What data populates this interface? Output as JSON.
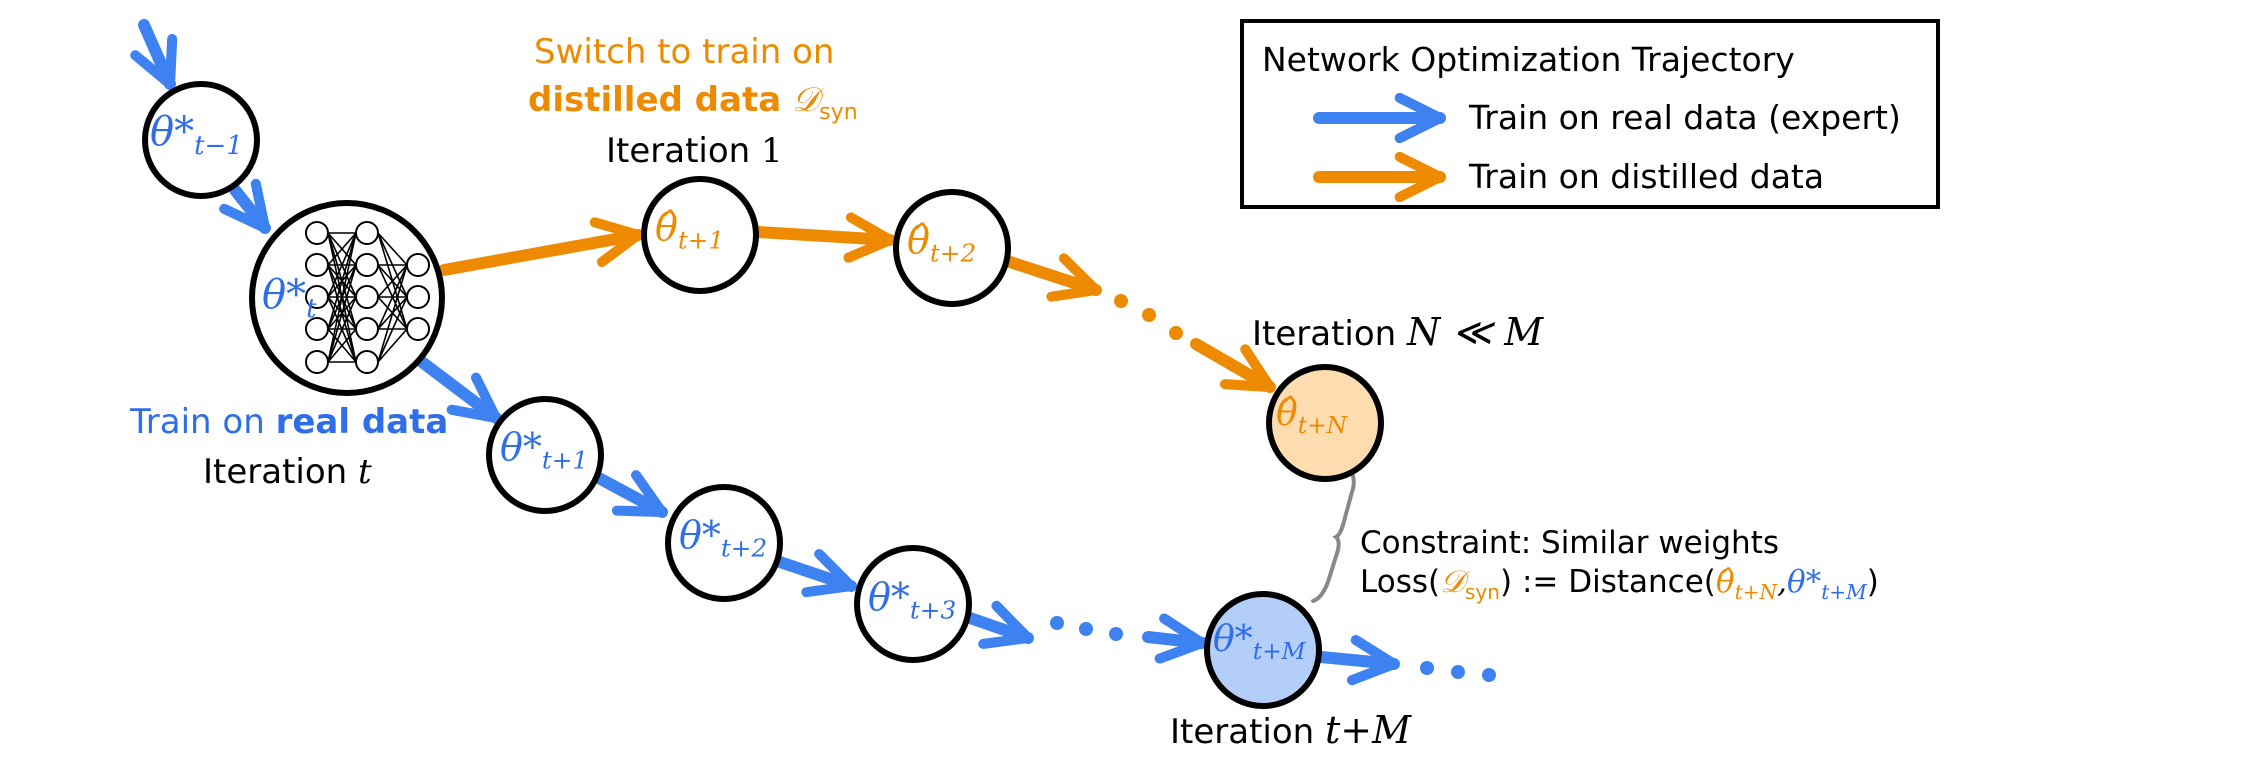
{
  "colors": {
    "expert_blue": "#3d82f0",
    "distilled_orange": "#ee8a00",
    "target_node_fill": "#fddcb0",
    "expert_target_fill": "#b3cef8",
    "brace_gray": "#888888"
  },
  "legend": {
    "title": "Network Optimization Trajectory",
    "items": [
      {
        "label": "Train on real data (expert)",
        "color": "#3d82f0"
      },
      {
        "label": "Train on distilled data",
        "color": "#ee8a00"
      }
    ]
  },
  "annotations": {
    "switch_line1": "Switch to train on",
    "switch_line2_bold": "distilled data",
    "switch_symbol": "𝒟",
    "switch_symbol_sub": "syn",
    "iter1_text": "Iteration",
    "iter1_num": "1",
    "real_prefix": "Train on",
    "real_bold": "real data",
    "iter_t_text": "Iteration",
    "iter_t_var": "t",
    "iterN_text": "Iteration",
    "iterN_math": "N ≪ M",
    "iterTM_text": "Iteration",
    "iterTM_math": "t+M",
    "constraint_line1": "Constraint: Similar weights",
    "loss_prefix": "Loss(",
    "loss_symbol": "𝒟",
    "loss_sub": "syn",
    "loss_mid": ") := Distance(",
    "loss_arg1": "θ̂",
    "loss_arg1_sub": "t+N",
    "loss_comma": ",",
    "loss_arg2": "θ*",
    "loss_arg2_sub": "t+M",
    "loss_close": ")",
    "ellipsis": "…"
  },
  "nodes": {
    "expert": [
      {
        "id": "t-1",
        "symbol": "θ*",
        "sub": "t−1"
      },
      {
        "id": "t",
        "symbol": "θ*",
        "sub": "t"
      },
      {
        "id": "t+1",
        "symbol": "θ*",
        "sub": "t+1"
      },
      {
        "id": "t+2",
        "symbol": "θ*",
        "sub": "t+2"
      },
      {
        "id": "t+3",
        "symbol": "θ*",
        "sub": "t+3"
      },
      {
        "id": "t+M",
        "symbol": "θ*",
        "sub": "t+M"
      }
    ],
    "distilled": [
      {
        "id": "t+1",
        "symbol": "θ̂",
        "sub": "t+1"
      },
      {
        "id": "t+2",
        "symbol": "θ̂",
        "sub": "t+2"
      },
      {
        "id": "t+N",
        "symbol": "θ̂",
        "sub": "t+N"
      }
    ]
  }
}
